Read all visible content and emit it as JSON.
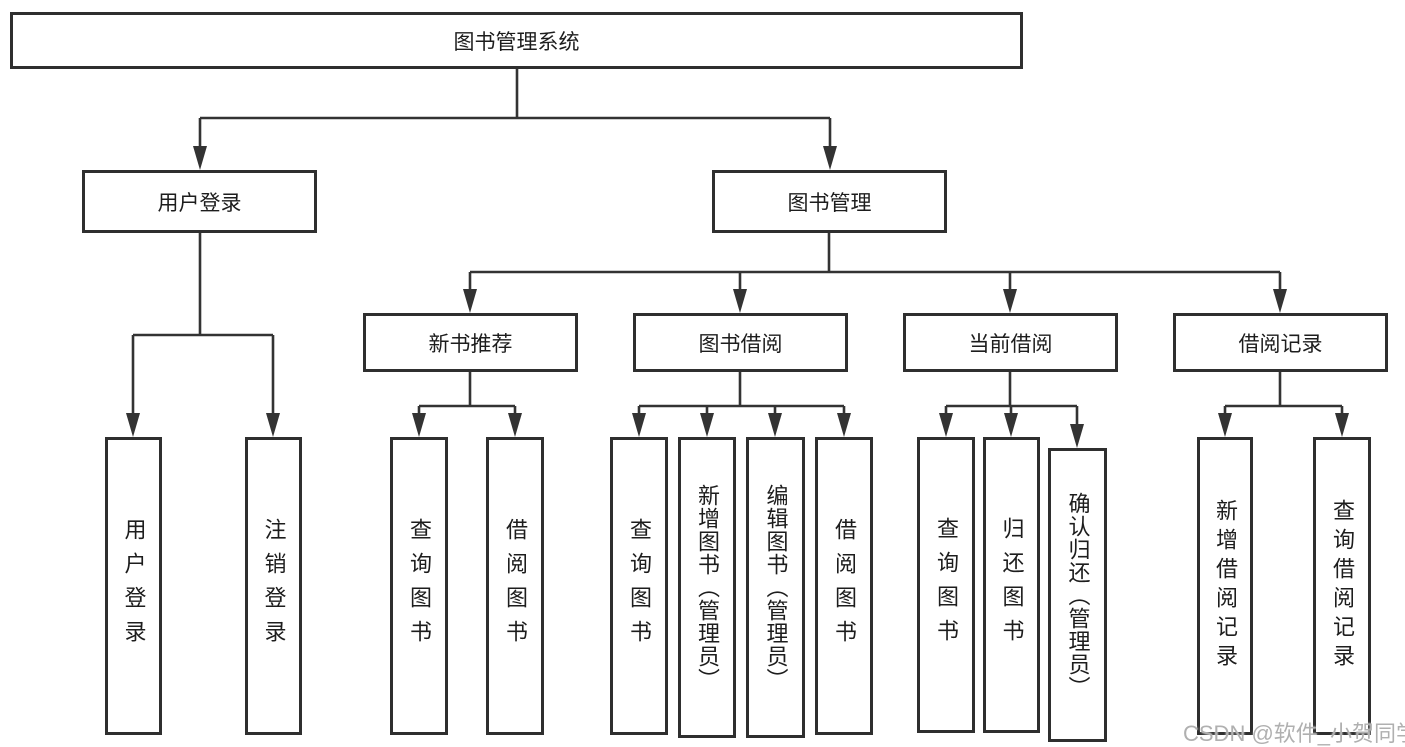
{
  "tree": {
    "root": "图书管理系统",
    "branches": [
      {
        "label": "用户登录",
        "children": [
          "用户登录",
          "注销登录"
        ]
      },
      {
        "label": "图书管理",
        "groups": [
          {
            "label": "新书推荐",
            "children": [
              "查询图书",
              "借阅图书"
            ]
          },
          {
            "label": "图书借阅",
            "children": [
              "查询图书",
              "新增图书（管理员）",
              "编辑图书（管理员）",
              "借阅图书"
            ]
          },
          {
            "label": "当前借阅",
            "children": [
              "查询图书",
              "归还图书",
              "确认归还（管理员）"
            ]
          },
          {
            "label": "借阅记录",
            "children": [
              "新增借阅记录",
              "查询借阅记录"
            ]
          }
        ]
      }
    ]
  },
  "watermark": "CSDN @软件_小贺同学",
  "colors": {
    "line": "#333333",
    "box_border": "#2f2f2f",
    "text": "#1d1d1d",
    "watermark": "#b0b0b0",
    "background": "#ffffff"
  }
}
